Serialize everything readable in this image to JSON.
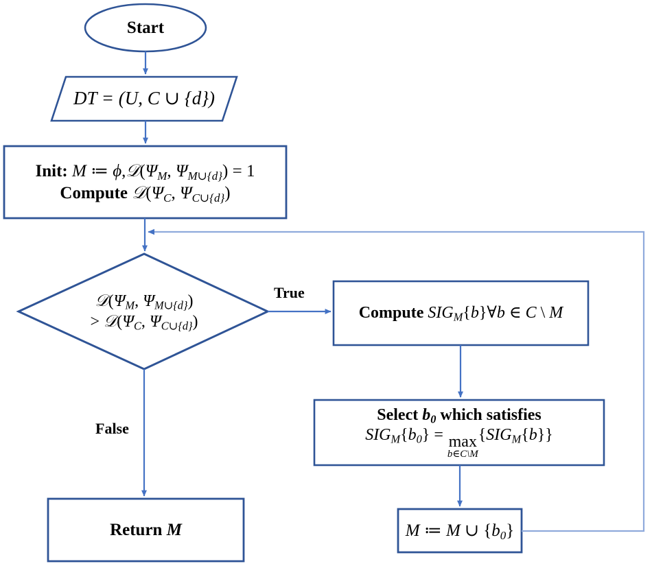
{
  "diagram": {
    "title": "Attribute reduction algorithm flowchart",
    "colors": {
      "node_border": "#2f5496",
      "arrow": "#4472c4",
      "node_fill": "#ffffff",
      "text": "#000000",
      "loop_line": "#8faadc"
    },
    "nodes": {
      "start": {
        "shape": "ellipse",
        "label": "Start"
      },
      "input": {
        "shape": "parallelogram",
        "label": "DT = (U, C ∪ {d})",
        "parts": {
          "dt": "DT",
          "eq": " = (",
          "u": "U",
          "comma": ", ",
          "c": "C",
          "union": " ∪ {",
          "d": "d",
          "close": "})"
        }
      },
      "init": {
        "shape": "rectangle",
        "line1_prefix": "Init: ",
        "line1": "M ≔ ϕ, 𝒟(Ψ_M, Ψ_{M∪{d}}) = 1",
        "line2_prefix": "Compute ",
        "line2": "𝒟(Ψ_C, Ψ_{C∪{d}})"
      },
      "decision": {
        "shape": "diamond",
        "line1": "𝒟(Ψ_M, Ψ_{M∪{d}})",
        "line2": "> 𝒟(Ψ_C, Ψ_{C∪{d}})"
      },
      "compute_sig": {
        "shape": "rectangle",
        "prefix": "Compute ",
        "label": "SIG_M{b} ∀b ∈ C \\ M"
      },
      "select_b0": {
        "shape": "rectangle",
        "line1": "Select b₀ which satisfies",
        "line2": "SIG_M{b₀} = max_{b∈C\\M} {SIG_M{b}}"
      },
      "update_m": {
        "shape": "rectangle",
        "label": "M ≔ M ∪ {b₀}"
      },
      "return_m": {
        "shape": "rectangle",
        "prefix": "Return ",
        "label": "M"
      }
    },
    "edge_labels": {
      "true_branch": "True",
      "false_branch": "False"
    }
  }
}
